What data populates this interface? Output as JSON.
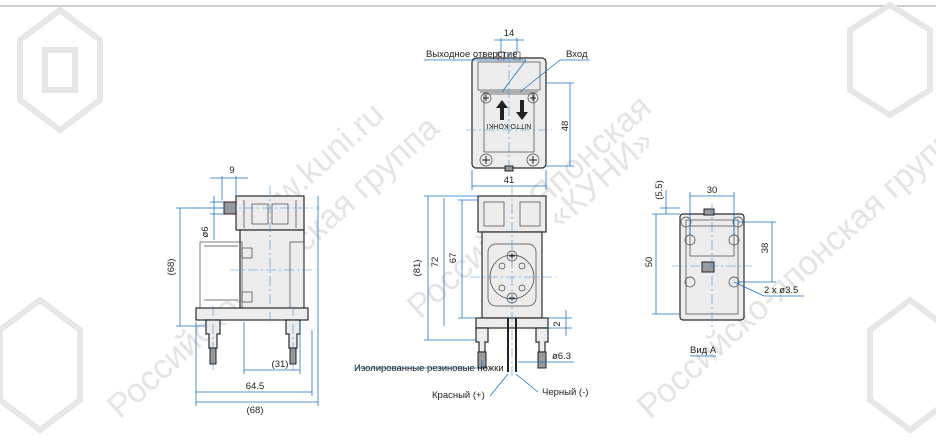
{
  "labels": {
    "outlet": "Выходное отверстие",
    "inlet": "Вход",
    "feet": "Изолированные резиновые ножки",
    "red": "Красный (+)",
    "black": "Черный (-)",
    "view_a": "Вид А",
    "nameplate": "NITTO KOHKI"
  },
  "dims": {
    "top_width": "14",
    "top_height": "48",
    "top_base": "41",
    "side_nozzle": "9",
    "side_dia": "ø6",
    "side_height": "(68)",
    "side_31": "(31)",
    "side_645": "64.5",
    "side_68": "(68)",
    "front_81": "(81)",
    "front_72": "72",
    "front_67": "67",
    "front_2": "2",
    "front_63": "ø6.3",
    "va_55": "(5.5)",
    "va_30": "30",
    "va_50": "50",
    "va_38": "38",
    "va_holes": "2 x ø3.5"
  },
  "watermark": {
    "text1": "Российско-японская группа",
    "text2": "www.kuni.ru",
    "text3": "РоссийскоЯпонская",
    "text4": "«КУНИ»"
  },
  "colors": {
    "dim_blue": "#1a73c9",
    "line": "#333333",
    "watermark": "#e4e4e4"
  }
}
